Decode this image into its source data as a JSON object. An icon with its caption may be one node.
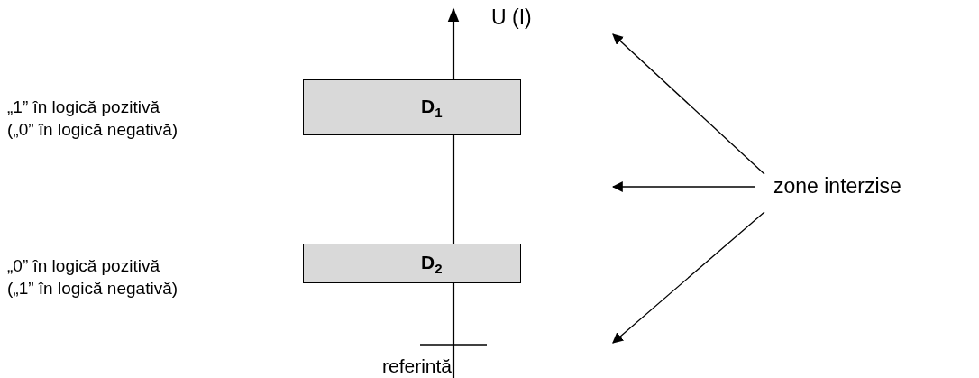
{
  "diagram": {
    "nodes": [
      {
        "text": [
          "D$_{1}$"
        ],
        "beside": [
          "„1” în logică pozitivă",
          "(„0” în logică negativă)"
        ]
      },
      {
        "text": [
          "D$_{2}$"
        ],
        "beside": [
          "„0” în logică pozitivă",
          "(„1” în logică negativă)"
        ]
      },
      {
        "text": [
          "zone interzise"
        ]
      }
    ],
    "edges": [
      {
        "from": 2,
        "to": null,
        "arrow": "to"
      },
      {
        "from": 2,
        "to": null,
        "arrow": "to"
      },
      {
        "from": 2,
        "to": null,
        "arrow": "to"
      }
    ],
    "labels": [
      "U (I)",
      "referintă"
    ]
  }
}
